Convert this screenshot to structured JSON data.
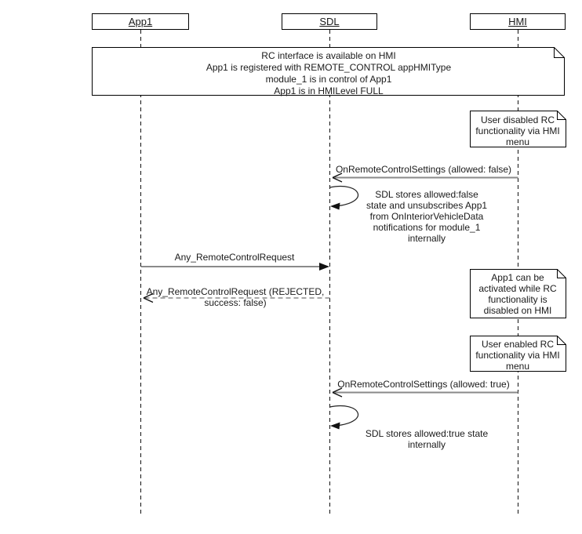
{
  "actors": [
    {
      "id": "app1",
      "label": "App1"
    },
    {
      "id": "sdl",
      "label": "SDL"
    },
    {
      "id": "hmi",
      "label": "HMI"
    }
  ],
  "notes": {
    "setup": {
      "lines": [
        "RC interface is available on HMI",
        "App1 is registered with REMOTE_CONTROL appHMIType",
        "module_1 is in control of App1",
        "App1 is in HMILevel FULL"
      ]
    },
    "user_disabled": {
      "lines": [
        "User disabled RC",
        "functionality via HMI",
        "menu"
      ]
    },
    "app1_can_be_activated": {
      "lines": [
        "App1 can be",
        "activated while RC",
        "functionality is",
        "disabled on HMI"
      ]
    },
    "user_enabled": {
      "lines": [
        "User enabled RC",
        "functionality via HMI",
        "menu"
      ]
    }
  },
  "messages": {
    "on_rc_settings_false": {
      "label": "OnRemoteControlSettings (allowed: false)",
      "from": "HMI",
      "to": "SDL"
    },
    "sdl_stores_false": {
      "from": "SDL",
      "to": "SDL",
      "lines": [
        "SDL stores allowed:false",
        "state and  unsubscribes App1",
        "from OnInteriorVehicleData",
        "notifications for module_1",
        "internally"
      ]
    },
    "any_rc_request": {
      "label": "Any_RemoteControlRequest",
      "from": "App1",
      "to": "SDL"
    },
    "any_rc_request_rejected": {
      "from": "SDL",
      "to": "App1",
      "lines": [
        "Any_RemoteControlRequest (REJECTED,",
        "success: false)"
      ]
    },
    "on_rc_settings_true": {
      "label": "OnRemoteControlSettings (allowed: true)",
      "from": "HMI",
      "to": "SDL"
    },
    "sdl_stores_true": {
      "from": "SDL",
      "to": "SDL",
      "lines": [
        "SDL stores allowed:true state",
        "internally"
      ]
    }
  },
  "colors": {
    "background": "#ffffff",
    "text": "#1a1a1a",
    "message_line": "#8a8a8a",
    "arrowhead": "#111111",
    "lifeline": "#111111",
    "note_border": "#000000",
    "note_fill": "#ffffff"
  }
}
